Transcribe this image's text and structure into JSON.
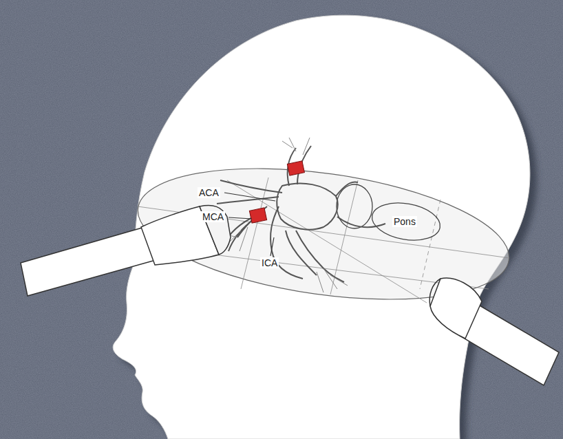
{
  "diagram": {
    "labels": [
      "ACA",
      "MCA",
      "ICA",
      "Pons"
    ]
  }
}
